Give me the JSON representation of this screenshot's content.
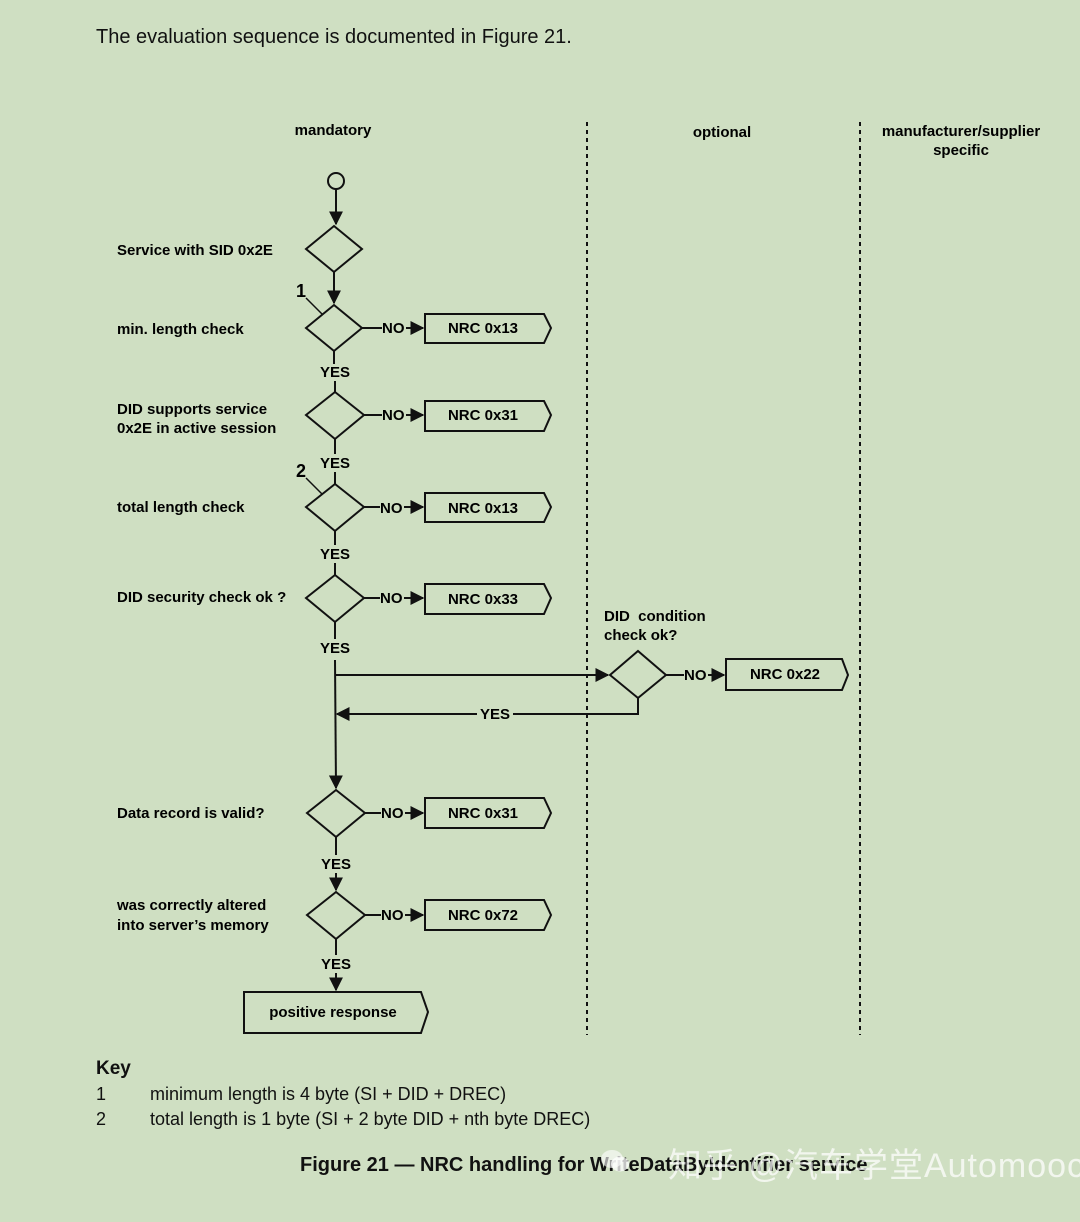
{
  "intro_text": "The evaluation sequence is documented in Figure 21.",
  "columns": {
    "mandatory": "mandatory",
    "optional": "optional",
    "manufacturer_line1": "manufacturer/supplier",
    "manufacturer_line2": "specific"
  },
  "checks": {
    "sid": "Service with SID 0x2E",
    "min_length": "min. length check",
    "did_support_l1": "DID supports service",
    "did_support_l2": "0x2E in active session",
    "total_length": "total length check",
    "security": "DID security check ok ?",
    "condition_l1": "DID  condition",
    "condition_l2": "check ok?",
    "data_valid": "Data record is valid?",
    "altered_l1": "was correctly altered",
    "altered_l2": "into server’s memory"
  },
  "nrc": {
    "min_length": "NRC 0x13",
    "did_support": "NRC 0x31",
    "total_length": "NRC 0x13",
    "security": "NRC 0x33",
    "condition": "NRC 0x22",
    "data_valid": "NRC 0x31",
    "altered": "NRC 0x72"
  },
  "labels": {
    "no": "NO",
    "yes": "YES",
    "marker1": "1",
    "marker2": "2"
  },
  "positive_response": "positive response",
  "key": {
    "title": "Key",
    "items": [
      {
        "num": "1",
        "text": "minimum length is 4 byte (SI + DID + DREC)"
      },
      {
        "num": "2",
        "text": "total length is 1 byte (SI + 2 byte DID + nth byte DREC)"
      }
    ]
  },
  "caption": "Figure 21 — NRC handling for WriteDataByIdentifier service",
  "watermark": "知乎 @汽车学堂Automooc"
}
